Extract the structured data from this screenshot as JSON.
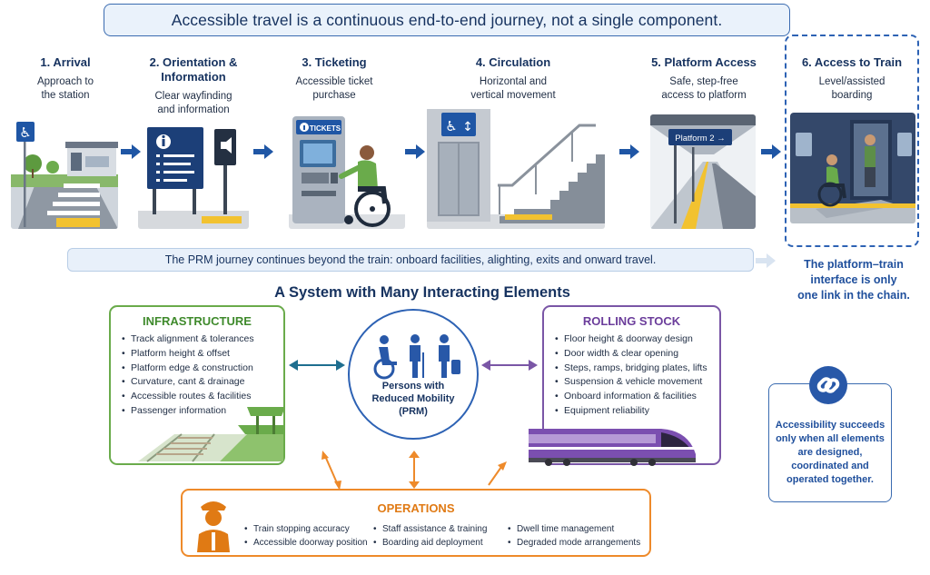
{
  "banner": {
    "text": "Accessible travel is a continuous end-to-end journey, not a single component."
  },
  "steps": [
    {
      "title": "1. Arrival",
      "title2": "",
      "desc": "Approach to",
      "desc2": "the station",
      "icon": "station-approach"
    },
    {
      "title": "2. Orientation &",
      "title2": "Information",
      "desc": "Clear wayfinding",
      "desc2": "and information",
      "icon": "information-board"
    },
    {
      "title": "3. Ticketing",
      "title2": "",
      "desc": "Accessible ticket",
      "desc2": "purchase",
      "icon": "ticket-machine",
      "sign": "TICKETS"
    },
    {
      "title": "4. Circulation",
      "title2": "",
      "desc": "Horizontal and",
      "desc2": "vertical movement",
      "icon": "lift-and-stairs"
    },
    {
      "title": "5. Platform Access",
      "title2": "",
      "desc": "Safe, step-free",
      "desc2": "access to platform",
      "icon": "platform",
      "sign": "Platform 2 →"
    },
    {
      "title": "6. Access to Train",
      "title2": "",
      "desc": "Level/assisted",
      "desc2": "boarding",
      "icon": "train-boarding"
    }
  ],
  "journey_note": "The PRM journey continues beyond the train: onboard facilities, alighting, exits and onward travel.",
  "platform_note": [
    "The platform–train",
    "interface is only",
    "one link in the chain."
  ],
  "system_title": "A System with Many Interacting Elements",
  "infrastructure": {
    "title": "INFRASTRUCTURE",
    "items": [
      "Track alignment & tolerances",
      "Platform height & offset",
      "Platform edge & construction",
      "Curvature, cant & drainage",
      "Accessible routes & facilities",
      "Passenger information"
    ]
  },
  "rolling_stock": {
    "title": "ROLLING STOCK",
    "items": [
      "Floor height & doorway design",
      "Door width & clear opening",
      "Steps, ramps, bridging plates, lifts",
      "Suspension & vehicle movement",
      "Onboard information & facilities",
      "Equipment reliability"
    ]
  },
  "prm": {
    "line1": "Persons with",
    "line2": "Reduced Mobility",
    "line3": "(PRM)"
  },
  "operations": {
    "title": "OPERATIONS",
    "col1": [
      "Train stopping accuracy",
      "Accessible doorway position"
    ],
    "col2": [
      "Staff assistance & training",
      "Boarding aid deployment"
    ],
    "col3": [
      "Dwell time management",
      "Degraded mode arrangements"
    ]
  },
  "success": [
    "Accessibility succeeds",
    "only when all elements",
    "are designed,",
    "coordinated and",
    "operated together."
  ],
  "colors": {
    "navy": "#16325f",
    "blue": "#2d62b4",
    "green": "#6aab4b",
    "purple": "#7a56a6",
    "orange": "#ee8a2a"
  }
}
